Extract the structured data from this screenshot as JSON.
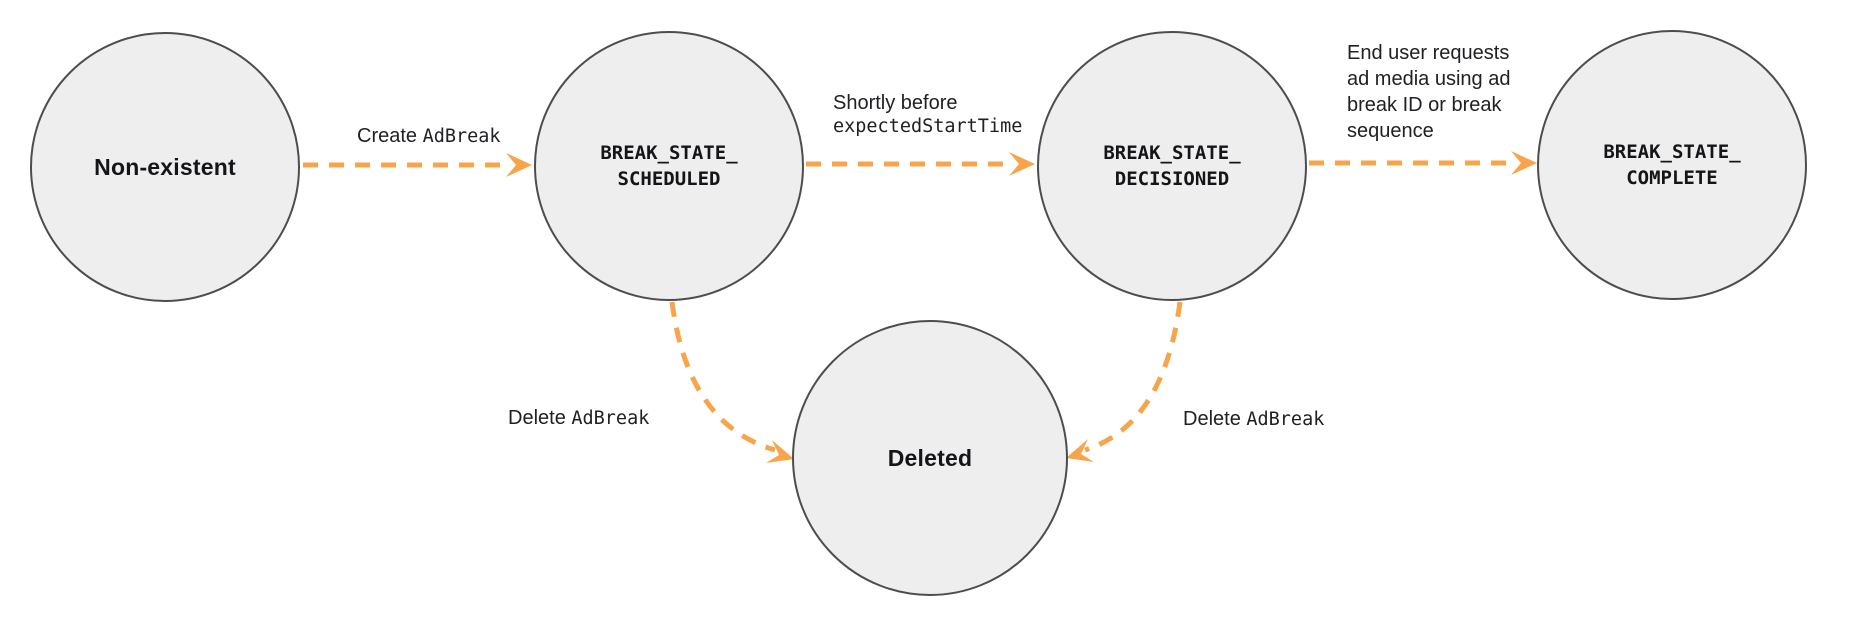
{
  "states": {
    "non_existent": {
      "label": "Non-existent"
    },
    "scheduled": {
      "line1": "BREAK_STATE_",
      "line2": "SCHEDULED"
    },
    "decisioned": {
      "line1": "BREAK_STATE_",
      "line2": "DECISIONED"
    },
    "complete": {
      "line1": "BREAK_STATE_",
      "line2": "COMPLETE"
    },
    "deleted": {
      "label": "Deleted"
    }
  },
  "transitions": {
    "create": {
      "plain": "Create ",
      "code": "AdBreak"
    },
    "shortly_before": {
      "plain": "Shortly before",
      "code": "expectedStartTime"
    },
    "end_user": {
      "text": "End user requests\nad media using ad\nbreak ID or break\nsequence"
    },
    "delete_left": {
      "plain": "Delete ",
      "code": "AdBreak"
    },
    "delete_right": {
      "plain": "Delete ",
      "code": "AdBreak"
    }
  },
  "colors": {
    "arrow": "#f7a44a",
    "circle_fill": "#eeeeee",
    "circle_border": "#4d4d4d",
    "text": "#141518"
  }
}
